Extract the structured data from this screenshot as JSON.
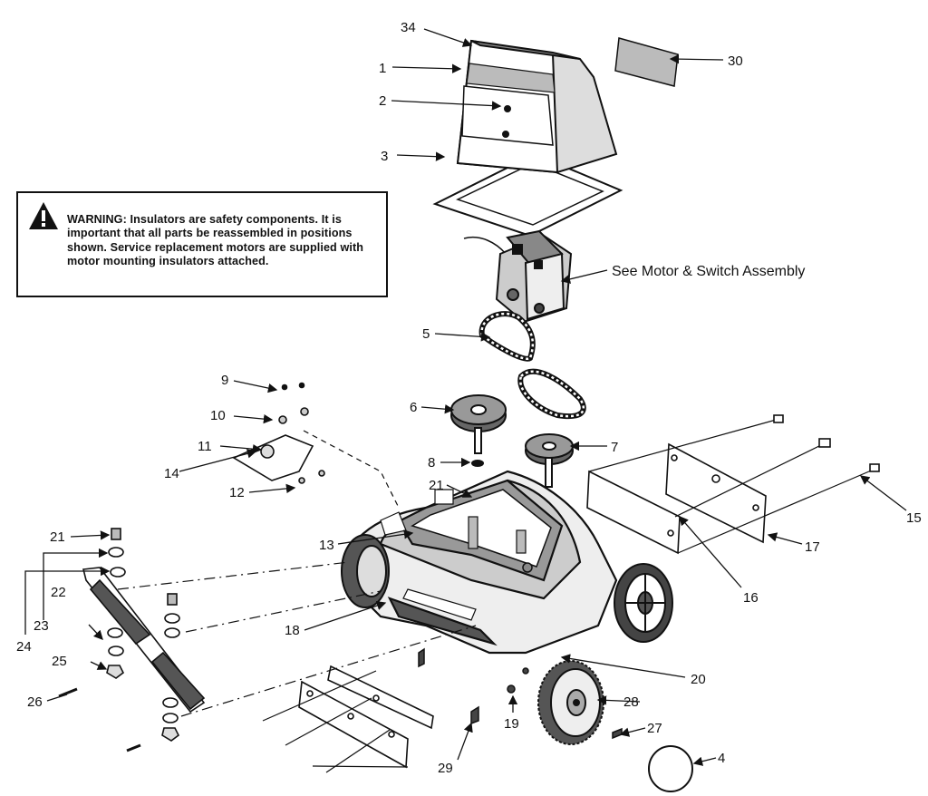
{
  "warning": {
    "heading": "WARNING:",
    "body": "Insulators are safety components. It is important that all parts be reassembled in positions shown. Service replacement motors are supplied with motor mounting insulators attached."
  },
  "motor_note": "See Motor & Switch Assembly",
  "callouts": [
    "34",
    "1",
    "2",
    "3",
    "30",
    "5",
    "6",
    "7",
    "8",
    "9",
    "10",
    "11",
    "12",
    "13",
    "14",
    "15",
    "16",
    "17",
    "18",
    "19",
    "20",
    "21",
    "21",
    "22",
    "23",
    "24",
    "25",
    "26",
    "27",
    "28",
    "29",
    "4"
  ],
  "colors": {
    "ink": "#111111",
    "paper": "#ffffff"
  }
}
